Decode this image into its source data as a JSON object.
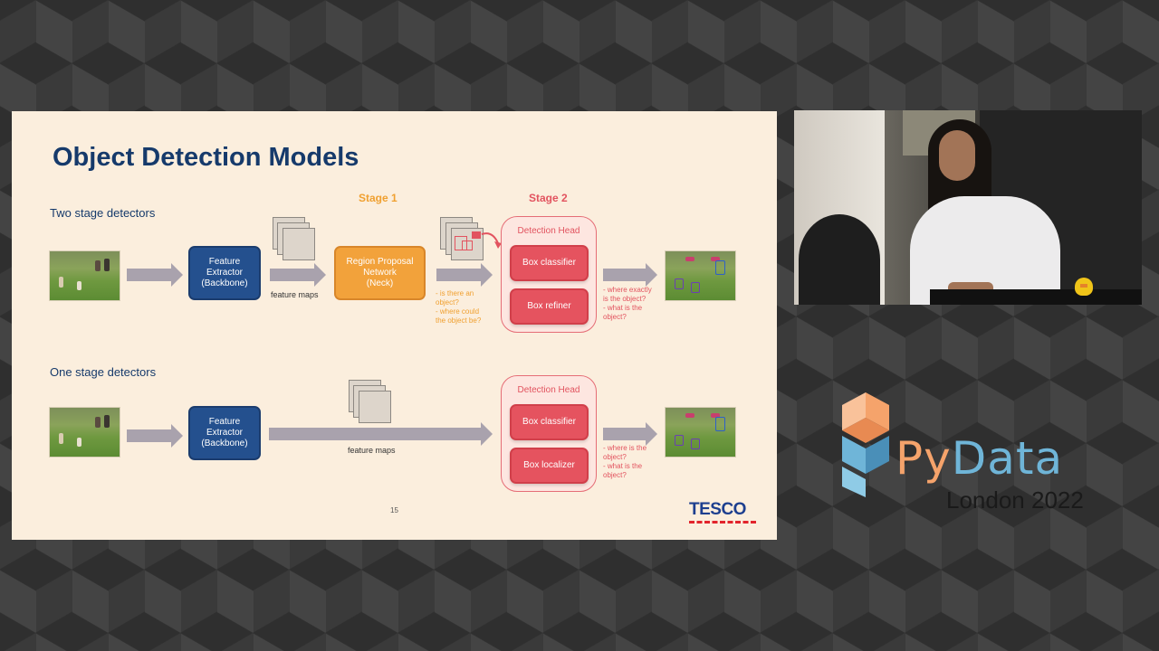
{
  "slide": {
    "title": "Object Detection Models",
    "two_stage_label": "Two stage detectors",
    "one_stage_label": "One stage detectors",
    "stage1": "Stage 1",
    "stage2": "Stage 2",
    "feature_extractor_line1": "Feature",
    "feature_extractor_line2": "Extractor",
    "feature_extractor_line3": "(Backbone)",
    "feature_maps": "feature maps",
    "rpn_line1": "Region Proposal",
    "rpn_line2": "Network",
    "rpn_line3": "(Neck)",
    "rpn_note": [
      "- is there an",
      "object?",
      "- where could",
      "the object be?"
    ],
    "detection_head": "Detection Head",
    "box_classifier": "Box classifier",
    "box_refiner": "Box refiner",
    "box_localizer": "Box localizer",
    "two_stage_output_note": [
      "- where exactly",
      "is the object?",
      "- what is the",
      "object?"
    ],
    "one_stage_output_note": [
      "- where is the",
      "object?",
      "- what is the",
      "object?"
    ],
    "slide_number": "15",
    "logo_text": "TESCO",
    "colors": {
      "background": "#fbeedd",
      "title": "#163a6b",
      "stage1": "#f0a030",
      "stage2": "#e2535f"
    }
  },
  "branding": {
    "name_part1": "Py",
    "name_part2": "Data",
    "event": "London 2022"
  },
  "video": {
    "icon": "speaker-camera-feed"
  }
}
